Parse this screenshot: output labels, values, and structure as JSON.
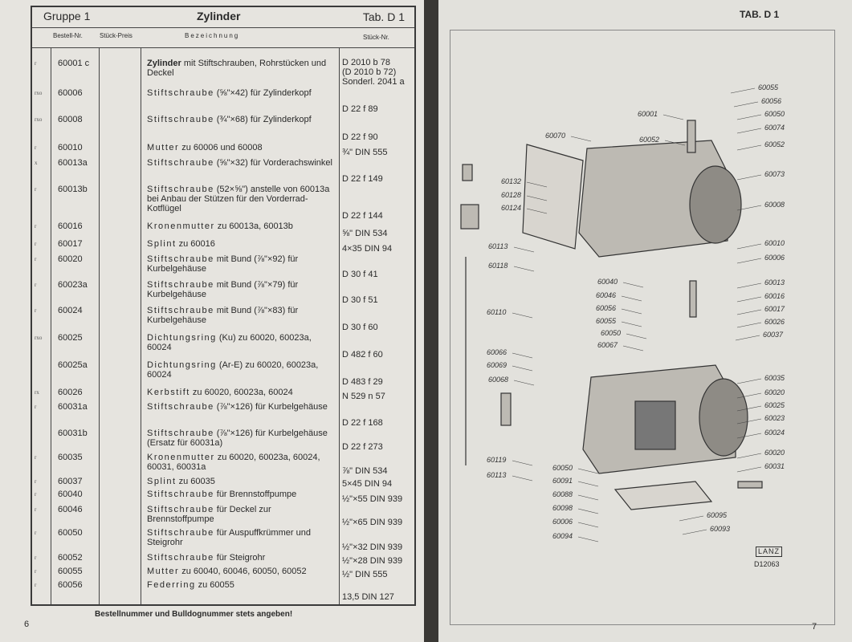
{
  "left": {
    "group": "Gruppe 1",
    "title": "Zylinder",
    "tab": "Tab. D 1",
    "columns": {
      "bestell": "Bestell-Nr.",
      "preis": "Stück-Preis",
      "bez": "Bezeichnung",
      "stueck": "Stück-Nr."
    },
    "rows": [
      {
        "code": "r",
        "nr": "60001 c",
        "lead": "Zylinder",
        "rest": " mit Stiftschrauben, Rohrstücken und Deckel",
        "st": "D 2010 b 78\n(D 2010 b 72)\nSonderl. 2041 a"
      },
      {
        "code": "rxo",
        "nr": "60006",
        "lead": "Stiftschraube",
        "rest": " (⅝\"×42) für Zylinderkopf",
        "st": "D 22 f 89"
      },
      {
        "code": "rxo",
        "nr": "60008",
        "lead": "Stiftschraube",
        "rest": " (¾\"×68) für Zylinderkopf",
        "st": "D 22 f 90"
      },
      {
        "code": "r",
        "nr": "60010",
        "lead": "Mutter",
        "rest": " zu 60006 und 60008",
        "st": "¾\" DIN 555"
      },
      {
        "code": "x",
        "nr": "60013a",
        "lead": "Stiftschraube",
        "rest": " (⅝\"×32) für Vorderachswinkel",
        "st": "D 22 f 149"
      },
      {
        "code": "r",
        "nr": "60013b",
        "lead": "Stiftschraube",
        "rest": " (52×⅝\") anstelle von 60013a bei Anbau der Stützen für den Vorderrad-Kotflügel",
        "st": "D 22 f 144"
      },
      {
        "code": "r",
        "nr": "60016",
        "lead": "Kronenmutter",
        "rest": " zu 60013a, 60013b",
        "st": "⅝\" DIN 534"
      },
      {
        "code": "r",
        "nr": "60017",
        "lead": "Splint",
        "rest": " zu 60016",
        "st": "4×35 DIN 94"
      },
      {
        "code": "r",
        "nr": "60020",
        "lead": "Stiftschraube",
        "rest": " mit Bund (⅞\"×92) für Kurbelgehäuse",
        "st": "D 30 f 41"
      },
      {
        "code": "r",
        "nr": "60023a",
        "lead": "Stiftschraube",
        "rest": " mit Bund (⅞\"×79) für Kurbelgehäuse",
        "st": "D 30 f 51"
      },
      {
        "code": "r",
        "nr": "60024",
        "lead": "Stiftschraube",
        "rest": " mit Bund (⅞\"×83) für Kurbelgehäuse",
        "st": "D 30 f 60"
      },
      {
        "code": "rxo",
        "nr": "60025",
        "lead": "Dichtungsring",
        "rest": " (Ku) zu 60020, 60023a, 60024",
        "st": "D 482 f 60"
      },
      {
        "code": "",
        "nr": "60025a",
        "lead": "Dichtungsring",
        "rest": " (Ar-E) zu 60020, 60023a, 60024",
        "st": "D 483 f 29"
      },
      {
        "code": "rx",
        "nr": "60026",
        "lead": "Kerbstift",
        "rest": " zu 60020, 60023a, 60024",
        "st": "N 529 n 57"
      },
      {
        "code": "r",
        "nr": "60031a",
        "lead": "Stiftschraube",
        "rest": " (⅞\"×126) für Kurbelgehäuse",
        "st": "D 22 f 168"
      },
      {
        "code": "",
        "nr": "60031b",
        "lead": "Stiftschraube",
        "rest": " (⅞\"×126) für Kurbelgehäuse (Ersatz für 60031a)",
        "st": "D 22 f 273"
      },
      {
        "code": "r",
        "nr": "60035",
        "lead": "Kronenmutter",
        "rest": " zu 60020, 60023a, 60024, 60031, 60031a",
        "st": "⅞\" DIN 534"
      },
      {
        "code": "r",
        "nr": "60037",
        "lead": "Splint",
        "rest": " zu 60035",
        "st": "5×45 DIN 94"
      },
      {
        "code": "r",
        "nr": "60040",
        "lead": "Stiftschraube",
        "rest": " für Brennstoffpumpe",
        "st": "½\"×55 DIN 939"
      },
      {
        "code": "r",
        "nr": "60046",
        "lead": "Stiftschraube",
        "rest": " für Deckel zur Brennstoffpumpe",
        "st": "½\"×65 DIN 939"
      },
      {
        "code": "r",
        "nr": "60050",
        "lead": "Stiftschraube",
        "rest": " für Auspuffkrümmer und Steigrohr",
        "st": "½\"×32 DIN 939"
      },
      {
        "code": "r",
        "nr": "60052",
        "lead": "Stiftschraube",
        "rest": " für Steigrohr",
        "st": "½\"×28 DIN 939"
      },
      {
        "code": "r",
        "nr": "60055",
        "lead": "Mutter",
        "rest": " zu 60040, 60046, 60050, 60052",
        "st": "½\" DIN 555"
      },
      {
        "code": "r",
        "nr": "60056",
        "lead": "Federring",
        "rest": " zu 60055",
        "st": "13,5 DIN 127"
      }
    ],
    "footer": "Bestellnummer und Bulldognummer stets angeben!",
    "page_number": "6"
  },
  "right": {
    "tab": "TAB. D 1",
    "page_number": "7",
    "logo": "LANZ",
    "drawing_no": "D12063",
    "labels": [
      "60055",
      "60056",
      "60050",
      "60074",
      "60052",
      "60001",
      "60052",
      "60070",
      "60132",
      "60128",
      "60124",
      "60073",
      "60008",
      "60113",
      "60118",
      "60110",
      "60010",
      "60006",
      "60040",
      "60046",
      "60056",
      "60055",
      "60050",
      "60067",
      "60013",
      "60016",
      "60017",
      "60026",
      "60037",
      "60066",
      "60069",
      "60068",
      "60035",
      "60020",
      "60025",
      "60023",
      "60024",
      "60020",
      "60031",
      "60119",
      "60113",
      "60050",
      "60091",
      "60088",
      "60098",
      "60006",
      "60094",
      "60095",
      "60093"
    ]
  }
}
